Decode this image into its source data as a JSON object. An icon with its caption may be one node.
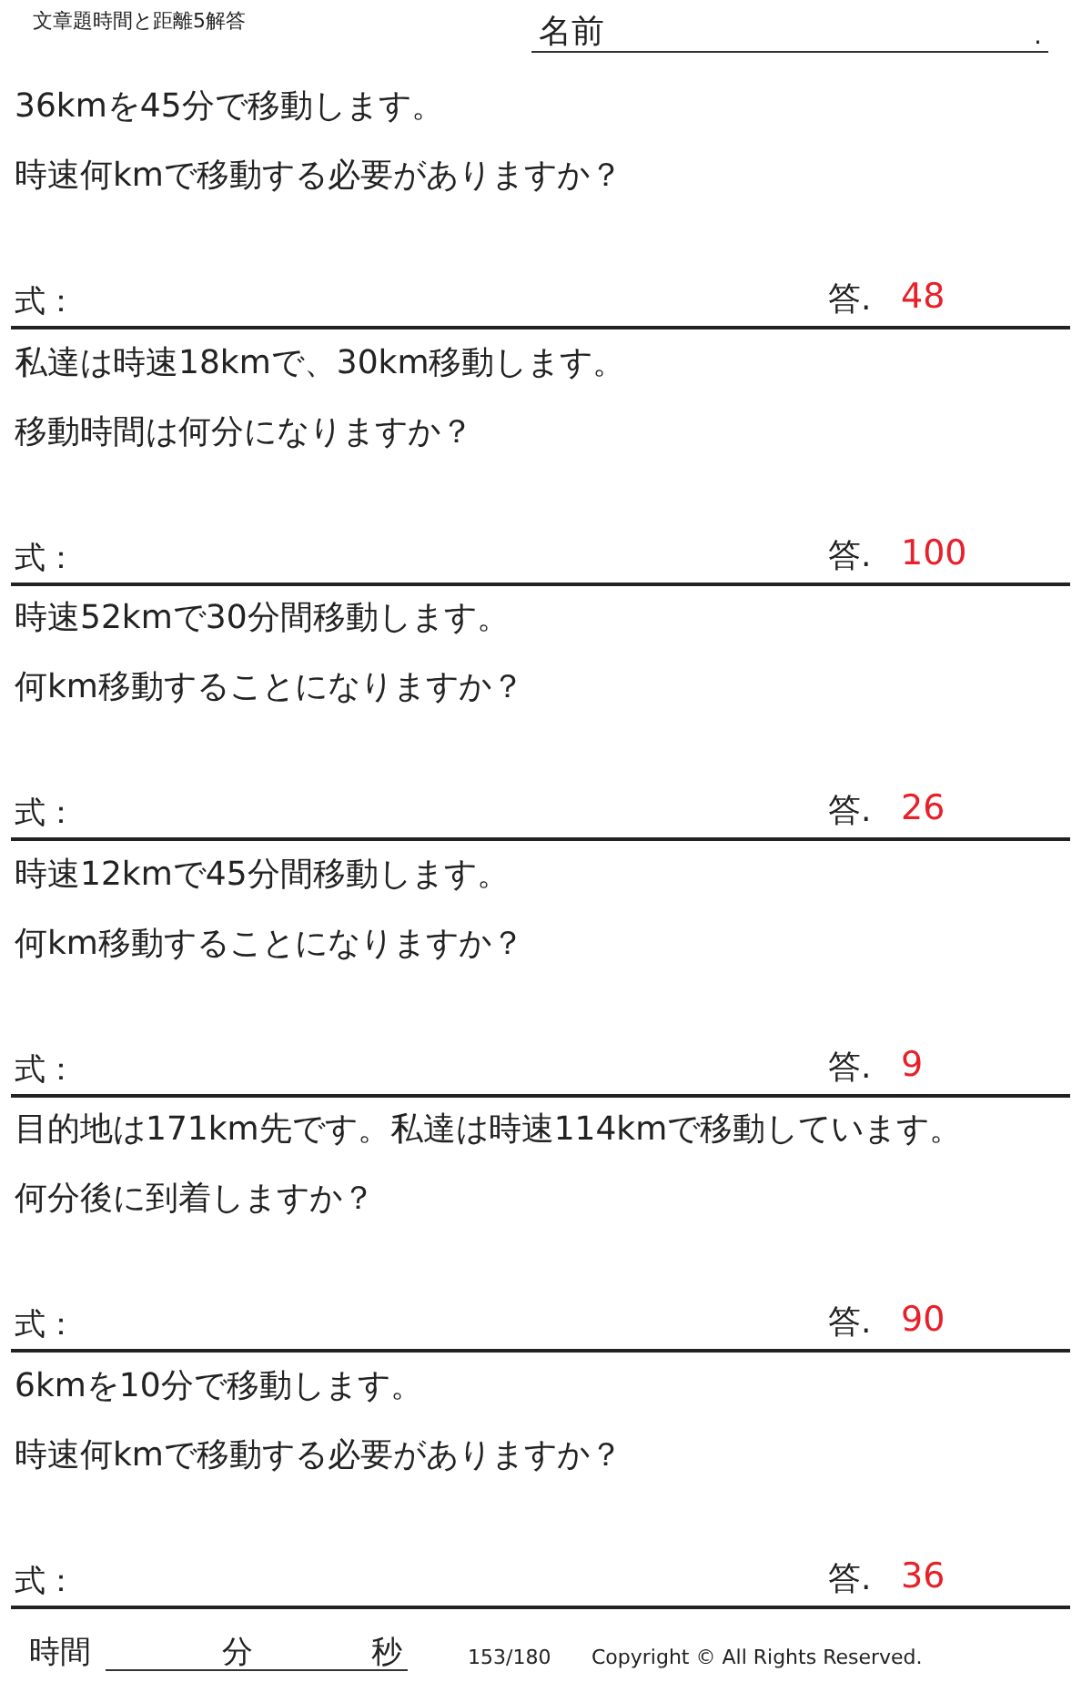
{
  "diagram": {
    "title": "文章題時間と距離5解答",
    "labels": [
      "名前",
      ".",
      "36kmを45分で移動します。",
      "時速何kmで移動する必要がありますか？",
      "式：",
      "答.",
      "48",
      "私達は時速18kmで、30km移動します。",
      "移動時間は何分になりますか？",
      "式：",
      "答.",
      "100",
      "時速52kmで30分間移動します。",
      "何km移動することになりますか？",
      "式：",
      "答.",
      "26",
      "時速12kmで45分間移動します。",
      "何km移動することになりますか？",
      "式：",
      "答.",
      "9",
      "目的地は171km先です。私達は時速114kmで移動しています。",
      "何分後に到着しますか？",
      "式：",
      "答.",
      "90",
      "6kmを10分で移動します。",
      "時速何kmで移動する必要がありますか？",
      "式：",
      "答.",
      "36",
      "時間",
      "分",
      "秒",
      "153/180",
      "Copyright © All Rights Reserved."
    ]
  }
}
